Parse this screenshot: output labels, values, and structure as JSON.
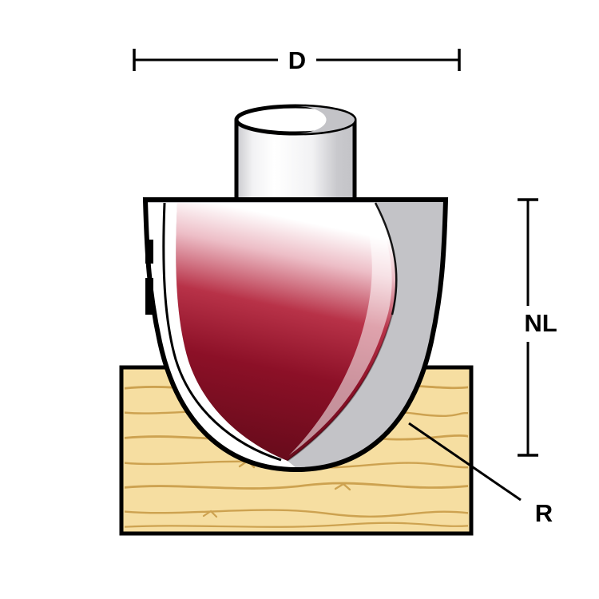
{
  "labels": {
    "diameter": "D",
    "net_length": "NL",
    "radius": "R"
  },
  "colors": {
    "background": "#FFFFFF",
    "outline": "#000000",
    "wood": "#F6DEA1",
    "wood_grain": "#CDA250",
    "steel": "#C3C3C7",
    "steel_dark": "#B9B9BE",
    "flute_dark": "#5E0A18",
    "flute_mid": "#8C1027",
    "flute_light": "#B83248",
    "flute_pale": "#EDBEC7",
    "white": "#FFFFFF",
    "shank_shadow": "#C9C9CD",
    "shank_light": "#F2F2F4"
  }
}
